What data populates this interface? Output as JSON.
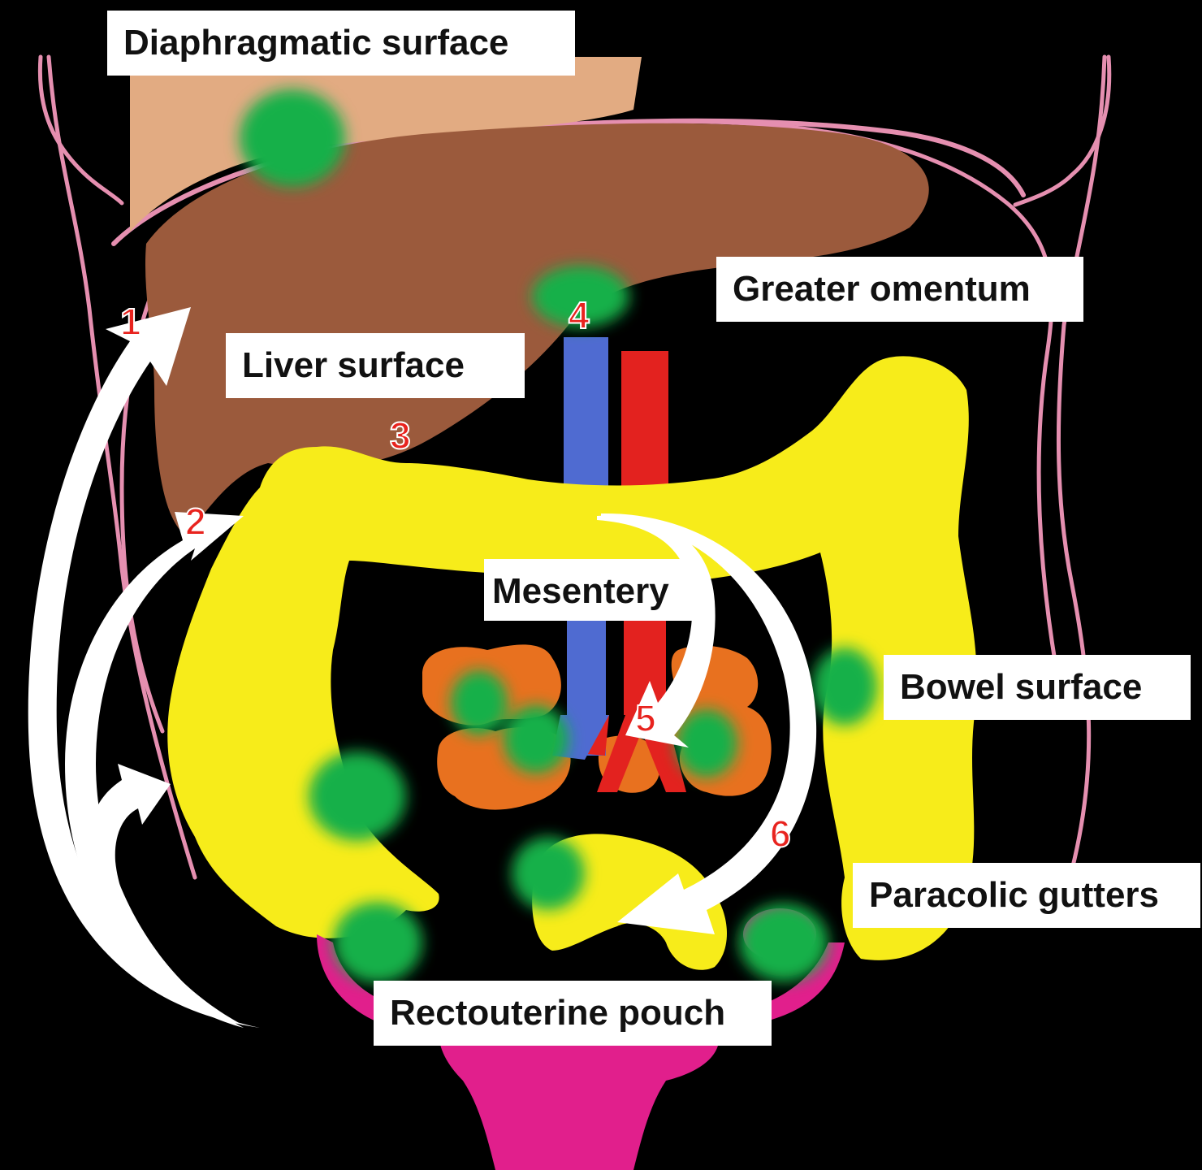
{
  "labels": {
    "diaphragmatic": "Diaphragmatic surface",
    "greater_omentum": "Greater omentum",
    "liver_surface": "Liver surface",
    "mesentery": "Mesentery",
    "bowel_surface": "Bowel surface",
    "paracolic_gutters": "Paracolic gutters",
    "rectouterine_pouch": "Rectouterine pouch"
  },
  "route_numbers": [
    "1",
    "2",
    "3",
    "4",
    "5",
    "6"
  ],
  "colors": {
    "background": "#000000",
    "body_outline": "#e58fb0",
    "diaphragm": "#e2ab82",
    "liver": "#9b5a3c",
    "colon": "#f7ec1a",
    "small_bowel_nodes": "#e8711f",
    "vein": "#4f6bd1",
    "artery": "#e3221f",
    "lesion": "#15b04a",
    "uterus": "#e11f8c",
    "arrow": "#ffffff",
    "number_text": "#e8231e"
  }
}
